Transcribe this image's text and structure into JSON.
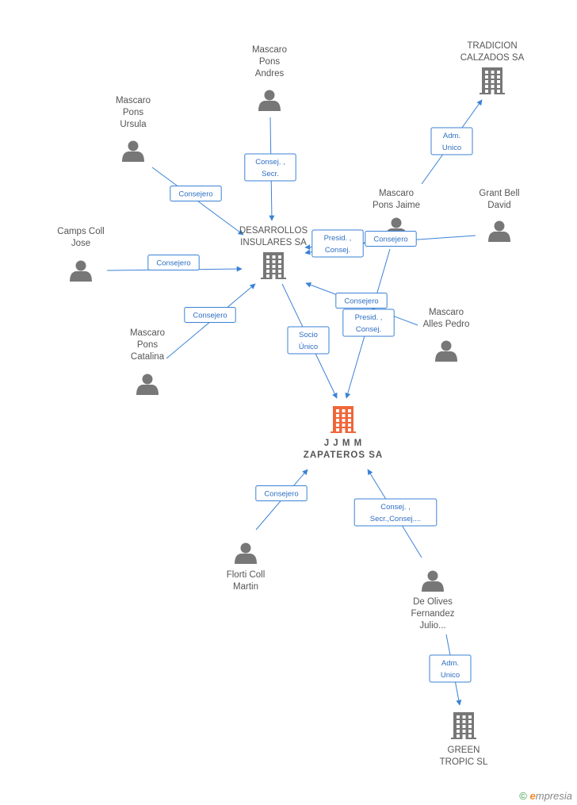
{
  "colors": {
    "edge": "#3b82d6",
    "edge_text": "#2e6fc4",
    "node_icon": "#777777",
    "main_icon": "#f0663a",
    "label": "#555555"
  },
  "nodes": [
    {
      "id": "jjmm",
      "type": "company",
      "main": true,
      "lines": [
        "J J M M",
        "ZAPATEROS SA"
      ]
    },
    {
      "id": "desarrollos",
      "type": "company",
      "lines": [
        "DESARROLLOS",
        "INSULARES SA"
      ]
    },
    {
      "id": "tradicion",
      "type": "company",
      "lines": [
        "TRADICION",
        "CALZADOS SA"
      ]
    },
    {
      "id": "green",
      "type": "company",
      "lines": [
        "GREEN",
        "TROPIC SL"
      ]
    },
    {
      "id": "andres",
      "type": "person",
      "lines": [
        "Mascaro",
        "Pons",
        "Andres"
      ]
    },
    {
      "id": "ursula",
      "type": "person",
      "lines": [
        "Mascaro",
        "Pons",
        "Ursula"
      ]
    },
    {
      "id": "camps",
      "type": "person",
      "lines": [
        "Camps Coll",
        "Jose"
      ]
    },
    {
      "id": "catalina",
      "type": "person",
      "lines": [
        "Mascaro",
        "Pons",
        "Catalina"
      ]
    },
    {
      "id": "jaime",
      "type": "person",
      "lines": [
        "Mascaro",
        "Pons Jaime"
      ]
    },
    {
      "id": "grant",
      "type": "person",
      "lines": [
        "Grant Bell",
        "David"
      ]
    },
    {
      "id": "pedro",
      "type": "person",
      "lines": [
        "Mascaro",
        "Alles Pedro"
      ]
    },
    {
      "id": "florti",
      "type": "person",
      "lines": [
        "Florti Coll",
        "Martin"
      ]
    },
    {
      "id": "olives",
      "type": "person",
      "lines": [
        "De Olives",
        "Fernandez",
        "Julio..."
      ]
    }
  ],
  "edges": [
    {
      "from": "andres",
      "to": "desarrollos",
      "label": [
        "Consej. ,",
        "Secr."
      ]
    },
    {
      "from": "ursula",
      "to": "desarrollos",
      "label": [
        "Consejero"
      ]
    },
    {
      "from": "camps",
      "to": "desarrollos",
      "label": [
        "Consejero"
      ]
    },
    {
      "from": "catalina",
      "to": "desarrollos",
      "label": [
        "Consejero"
      ]
    },
    {
      "from": "jaime",
      "to": "tradicion",
      "label": [
        "Adm.",
        "Unico"
      ]
    },
    {
      "from": "jaime",
      "to": "desarrollos",
      "label": [
        "Presid. ,",
        "Consej."
      ]
    },
    {
      "from": "grant",
      "to": "desarrollos",
      "label": [
        "Consejero"
      ]
    },
    {
      "from": "pedro",
      "to": "desarrollos",
      "label": [
        "Consejero"
      ]
    },
    {
      "from": "desarrollos",
      "to": "jjmm",
      "label": [
        "Socio",
        "Único"
      ]
    },
    {
      "from": "jaime",
      "to": "jjmm",
      "label": [
        "Presid. ,",
        "Consej."
      ]
    },
    {
      "from": "florti",
      "to": "jjmm",
      "label": [
        "Consejero"
      ]
    },
    {
      "from": "olives",
      "to": "jjmm",
      "label": [
        "Consej. ,",
        "Secr.,Consej...."
      ]
    },
    {
      "from": "olives",
      "to": "green",
      "label": [
        "Adm.",
        "Unico"
      ]
    }
  ],
  "brand": {
    "symbol": "©",
    "initial": "e",
    "rest": "mpresia"
  }
}
